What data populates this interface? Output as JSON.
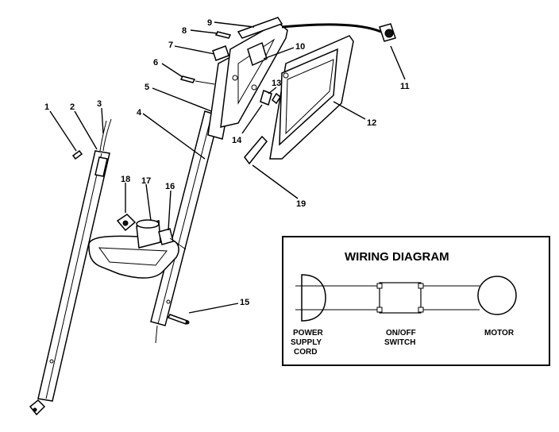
{
  "callouts": [
    {
      "id": "c1",
      "text": "1"
    },
    {
      "id": "c2",
      "text": "2"
    },
    {
      "id": "c3",
      "text": "3"
    },
    {
      "id": "c4",
      "text": "4"
    },
    {
      "id": "c5",
      "text": "5"
    },
    {
      "id": "c6",
      "text": "6"
    },
    {
      "id": "c7",
      "text": "7"
    },
    {
      "id": "c8",
      "text": "8"
    },
    {
      "id": "c9",
      "text": "9"
    },
    {
      "id": "c10",
      "text": "10"
    },
    {
      "id": "c11",
      "text": "11"
    },
    {
      "id": "c12",
      "text": "12"
    },
    {
      "id": "c13",
      "text": "13"
    },
    {
      "id": "c14",
      "text": "14"
    },
    {
      "id": "c15",
      "text": "15"
    },
    {
      "id": "c16",
      "text": "16"
    },
    {
      "id": "c17",
      "text": "17"
    },
    {
      "id": "c18",
      "text": "18"
    },
    {
      "id": "c19",
      "text": "19"
    }
  ],
  "wiring": {
    "title": "WIRING DIAGRAM",
    "cord_line1": "POWER",
    "cord_line2": "SUPPLY",
    "cord_line3": "CORD",
    "switch_line1": "ON/OFF",
    "switch_line2": "SWITCH",
    "motor": "MOTOR"
  }
}
